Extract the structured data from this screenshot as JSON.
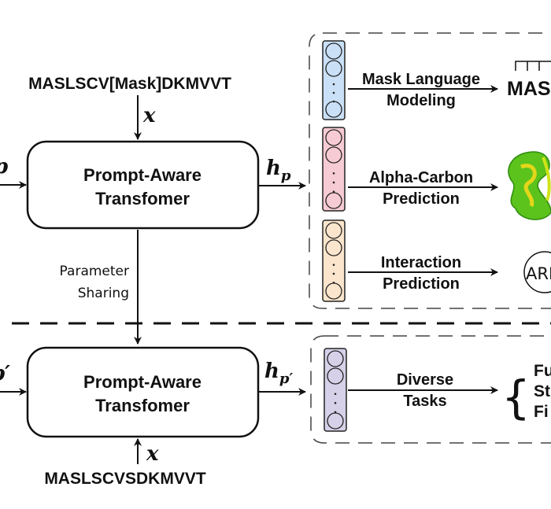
{
  "top": {
    "input_sequence": "MASLSCV[Mask]DKMVVT",
    "input_symbol": "x",
    "prompt_symbol": "p",
    "encoder_label_line1": "Prompt-Aware",
    "encoder_label_line2": "Transfomer",
    "output_symbol": "h",
    "output_subscript": "p"
  },
  "sharing": {
    "line1": "Parameter",
    "line2": "Sharing"
  },
  "bottom": {
    "input_sequence": "MASLSCVSDKMVVT",
    "input_symbol": "x",
    "prompt_symbol": "p′",
    "encoder_label_line1": "Prompt-Aware",
    "encoder_label_line2": "Transfomer",
    "output_symbol": "h",
    "output_subscript": "p′"
  },
  "pretrain_tasks": [
    {
      "line1": "Mask Language",
      "line2": "Modeling",
      "color": "#c9e0f7",
      "output": "MAS"
    },
    {
      "line1": "Alpha-Carbon",
      "line2": "Prediction",
      "color": "#f7cbd3",
      "output": "protein-structure-image"
    },
    {
      "line1": "Interaction",
      "line2": "Prediction",
      "color": "#fbe5cc",
      "output": "ARF"
    }
  ],
  "downstream": {
    "line1": "Diverse",
    "line2": "Tasks",
    "color": "#d6d0e8",
    "outputs": [
      "Fu",
      "St",
      "Fi"
    ]
  }
}
